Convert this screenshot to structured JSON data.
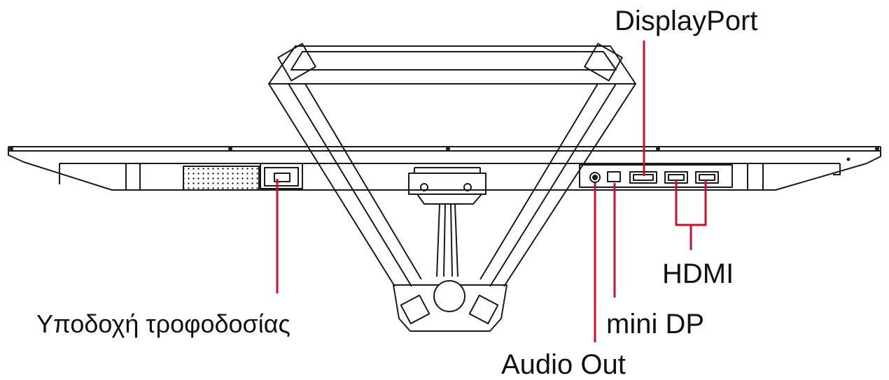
{
  "labels": {
    "displayport": "DisplayPort",
    "hdmi": "HDMI",
    "mini_dp": "mini DP",
    "audio_out": "Audio Out",
    "power": "Υποδοχή τροφοδοσίας"
  },
  "colors": {
    "outline": "#1a1a1a",
    "leader": "#c8102e",
    "background": "#ffffff"
  }
}
